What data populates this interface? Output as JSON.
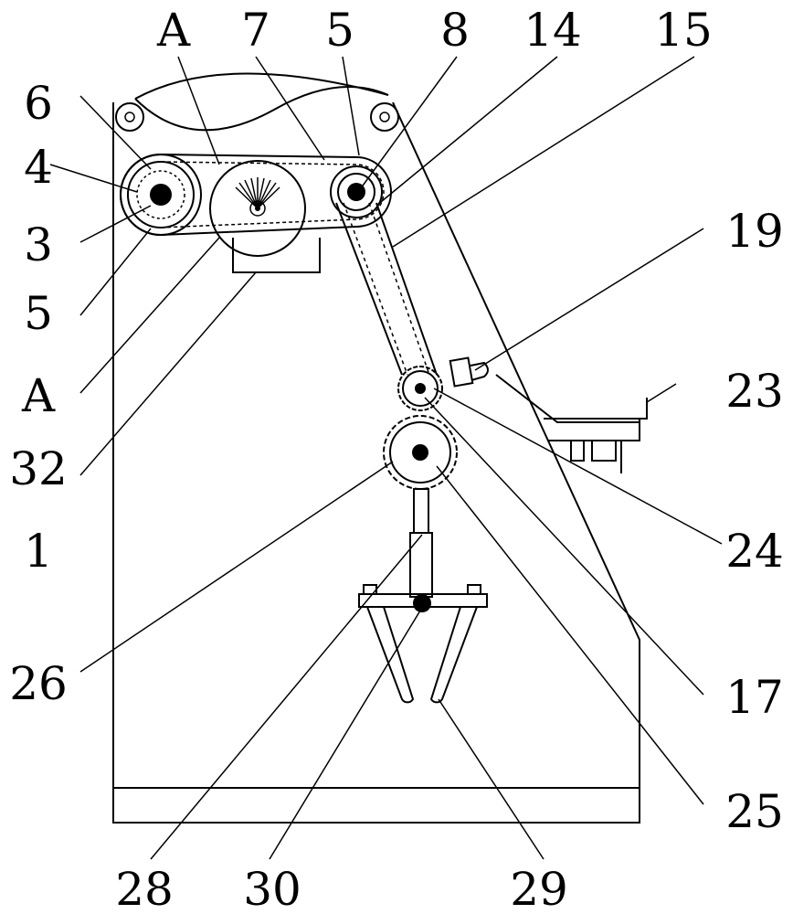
{
  "labels": {
    "top_a": "A",
    "top_7": "7",
    "top_5": "5",
    "top_8": "8",
    "top_14": "14",
    "top_15": "15",
    "left_6": "6",
    "left_4": "4",
    "left_3": "3",
    "left_5": "5",
    "left_a": "A",
    "left_32": "32",
    "left_1": "1",
    "left_26": "26",
    "right_19": "19",
    "right_23": "23",
    "right_24": "24",
    "right_17": "17",
    "right_25": "25",
    "bottom_28": "28",
    "bottom_30": "30",
    "bottom_29": "29"
  }
}
